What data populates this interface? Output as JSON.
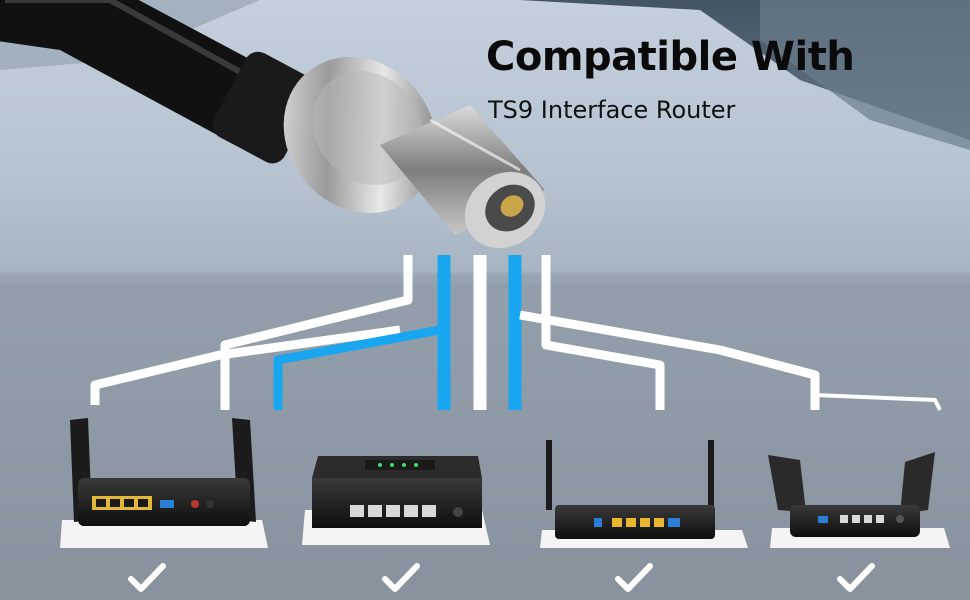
{
  "heading": {
    "title": "Compatible With",
    "subtitle": "TS9 Interface Router"
  },
  "colors": {
    "accent_blue": "#19a6f0",
    "line_white": "#ffffff",
    "background_top": "#c4d0dc",
    "background_bottom": "#7e8994"
  },
  "devices": [
    {
      "name": "router-with-antennas",
      "compatible": true
    },
    {
      "name": "network-switch",
      "compatible": true
    },
    {
      "name": "wifi-router-dual-antenna",
      "compatible": true
    },
    {
      "name": "gaming-router",
      "compatible": true
    }
  ],
  "icons": [
    "ts9-connector-cable-image",
    "checkmark-icon"
  ]
}
